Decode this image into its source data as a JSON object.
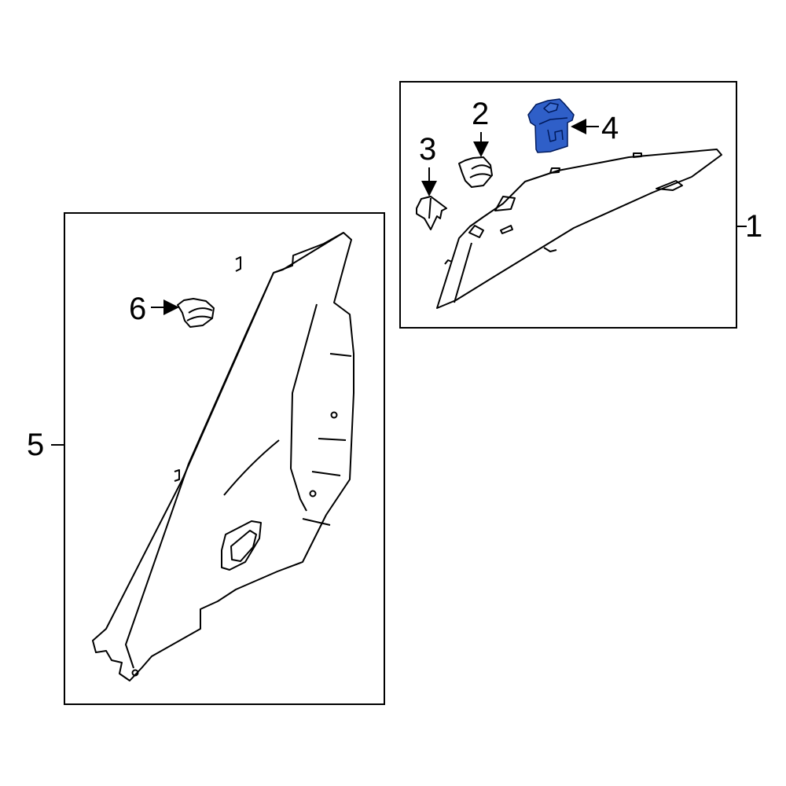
{
  "diagram": {
    "type": "exploded-parts-diagram",
    "highlight_color": "#2f5fc8",
    "groups": [
      {
        "id": "group-right",
        "callout": "1",
        "parts": [
          {
            "number": "2",
            "name": "push-clip"
          },
          {
            "number": "3",
            "name": "retainer-clip"
          },
          {
            "number": "4",
            "name": "clip-highlighted"
          },
          {
            "number": "1",
            "name": "upper-trim-panel"
          }
        ]
      },
      {
        "id": "group-left",
        "callout": "5",
        "parts": [
          {
            "number": "6",
            "name": "push-clip"
          },
          {
            "number": "5",
            "name": "lower-trim-panel"
          }
        ]
      }
    ],
    "labels": {
      "l1": "1",
      "l2": "2",
      "l3": "3",
      "l4": "4",
      "l5": "5",
      "l6": "6"
    }
  }
}
